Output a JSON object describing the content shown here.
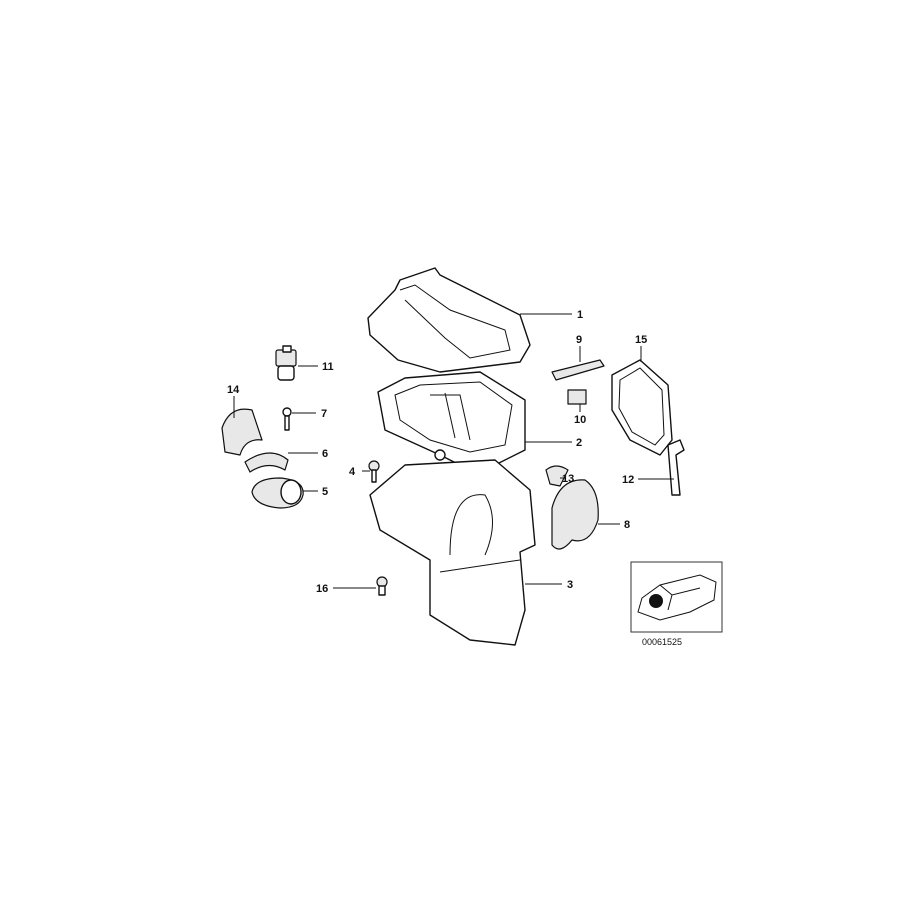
{
  "callouts": {
    "p1": "1",
    "p2": "2",
    "p3": "3",
    "p4": "4",
    "p5": "5",
    "p6": "6",
    "p7": "7",
    "p8": "8",
    "p9": "9",
    "p10": "10",
    "p11": "11",
    "p12": "12",
    "p13": "13",
    "p14": "14",
    "p15": "15",
    "p16": "16"
  },
  "inset": {
    "diagram_code": "00061525"
  }
}
